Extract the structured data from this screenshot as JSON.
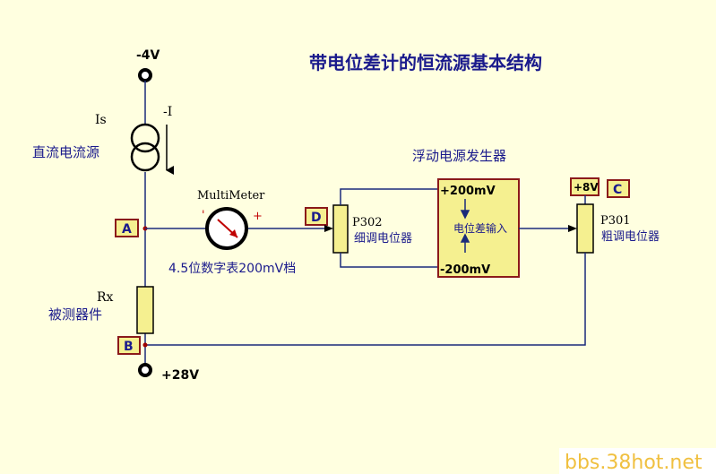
{
  "title": "带电位差计的恒流源基本结构",
  "supply_top": "-4V",
  "supply_bottom": "+28V",
  "current_source": {
    "symbol": "Is",
    "name": "直流电流源",
    "current": "-I"
  },
  "meter": {
    "name": "MultiMeter",
    "minus": "'",
    "plus": "+",
    "desc": "4.5位数字表200mV档"
  },
  "dut": {
    "symbol": "Rx",
    "name": "被测器件"
  },
  "nodes": {
    "a": "A",
    "b": "B",
    "c": "C",
    "d": "D"
  },
  "p302": {
    "id": "P302",
    "name": "细调电位器"
  },
  "p301": {
    "id": "P301",
    "name": "粗调电位器",
    "supply": "+8V"
  },
  "float_gen": {
    "title": "浮动电源发生器",
    "top": "+200mV",
    "bottom": "-200mV",
    "input": "电位差输入"
  },
  "watermark": "bbs.38hot.net",
  "colors": {
    "background": "#FFFFE0",
    "wire": "#1A2A7A",
    "title": "#1A1A8C",
    "box_fill": "#F5F090",
    "box_border": "#8B1A1A",
    "node_dot": "#A00000",
    "watermark": "#F0C040"
  }
}
